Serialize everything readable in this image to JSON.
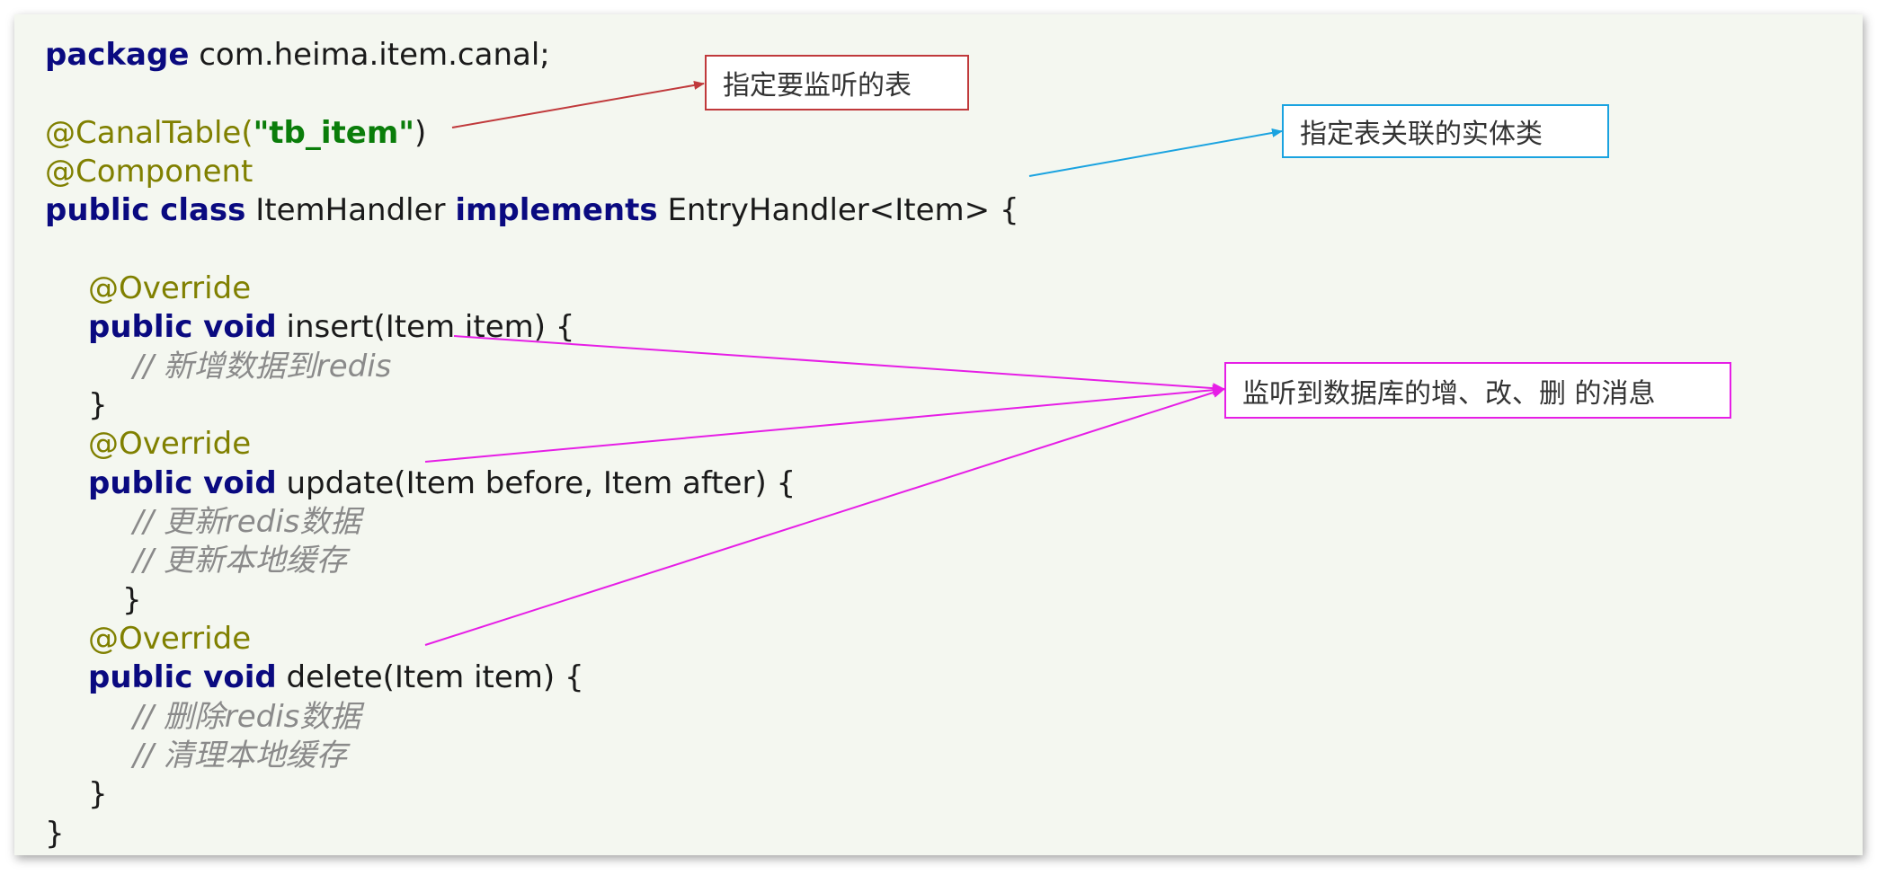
{
  "code": {
    "package_kw": "package",
    "package_name": " com.heima.item.canal;",
    "canal_table_ann": "@CanalTable(",
    "canal_table_str": "\"tb_item\"",
    "canal_table_close": ")",
    "component_ann": "@Component",
    "class_public": "public",
    "class_class": " class",
    "class_name": " ItemHandler ",
    "class_implements": "implements",
    "class_rest": " EntryHandler<Item> {",
    "override": "@Override",
    "public_void": "public void",
    "insert_sig": " insert(Item item) {",
    "insert_comment": "// 新增数据到redis",
    "close_brace": "}",
    "update_sig": " update(Item before, Item after) {",
    "update_comment_1": "// 更新redis数据",
    "update_comment_2": "// 更新本地缓存",
    "delete_sig": " delete(Item item) {",
    "delete_comment_1": "// 删除redis数据",
    "delete_comment_2": "// 清理本地缓存"
  },
  "callouts": {
    "table": "指定要监听的表",
    "entity": "指定表关联的实体类",
    "events": "监听到数据库的增、改、删 的消息"
  },
  "colors": {
    "table_arrow": "#c0393b",
    "entity_arrow": "#1aa3e0",
    "events_arrow": "#e61ee6"
  }
}
